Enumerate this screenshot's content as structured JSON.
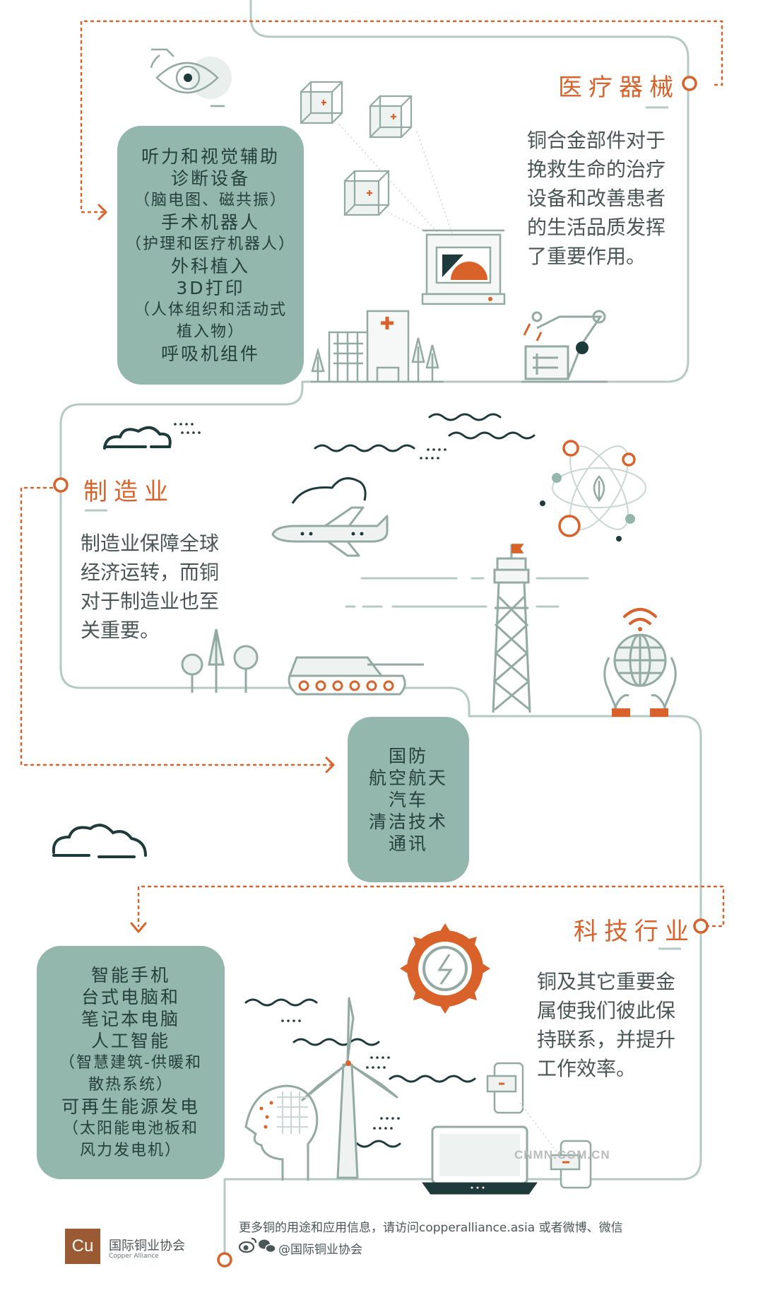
{
  "colors": {
    "accent": "#d9622b",
    "path": "#b6cac4",
    "box_fill": "#93b6ad",
    "dark": "#1f3a3a",
    "text": "#4a5656"
  },
  "medical": {
    "heading": "医疗器械",
    "description": [
      "铜合金部件对于",
      "挽救生命的治疗",
      "设备和改善患者",
      "的生活品质发挥",
      "了重要作用。"
    ],
    "box_lines": [
      {
        "text": "听力和视觉辅助",
        "small": false
      },
      {
        "text": "诊断设备",
        "small": false
      },
      {
        "text": "（脑电图、磁共振）",
        "small": true
      },
      {
        "text": "手术机器人",
        "small": false
      },
      {
        "text": "（护理和医疗机器人）",
        "small": true
      },
      {
        "text": "外科植入",
        "small": false
      },
      {
        "text": "3D打印",
        "small": false
      },
      {
        "text": "（人体组织和活动式",
        "small": true
      },
      {
        "text": "植入物）",
        "small": true
      },
      {
        "text": "呼吸机组件",
        "small": false
      }
    ]
  },
  "manufacturing": {
    "heading": "制造业",
    "description": [
      "制造业保障全球",
      "经济运转，而铜",
      "对于制造业也至",
      "关重要。"
    ],
    "box_lines": [
      {
        "text": "国防",
        "small": false
      },
      {
        "text": "航空航天",
        "small": false
      },
      {
        "text": "汽车",
        "small": false
      },
      {
        "text": "清洁技术",
        "small": false
      },
      {
        "text": "通讯",
        "small": false
      }
    ]
  },
  "technology": {
    "heading": "科技行业",
    "description": [
      "铜及其它重要金",
      "属使我们彼此保",
      "持联系，并提升",
      "工作效率。"
    ],
    "box_lines": [
      {
        "text": "智能手机",
        "small": false
      },
      {
        "text": "台式电脑和",
        "small": false
      },
      {
        "text": "笔记本电脑",
        "small": false
      },
      {
        "text": "人工智能",
        "small": false
      },
      {
        "text": "（智慧建筑-供暖和",
        "small": true
      },
      {
        "text": "散热系统）",
        "small": true
      },
      {
        "text": "可再生能源发电",
        "small": false
      },
      {
        "text": "（太阳能电池板和",
        "small": true
      },
      {
        "text": "风力发电机）",
        "small": true
      }
    ]
  },
  "watermark": "CNMN.COM.CN",
  "footer": {
    "logo_symbol": "Cu",
    "org_name_cn": "国际铜业协会",
    "org_name_en": "Copper Alliance",
    "info_text": "更多铜的用途和应用信息，请访问copperalliance.asia 或者微博、微信",
    "social_handle": "@国际铜业协会",
    "icons": [
      "weibo-icon",
      "wechat-icon"
    ]
  }
}
